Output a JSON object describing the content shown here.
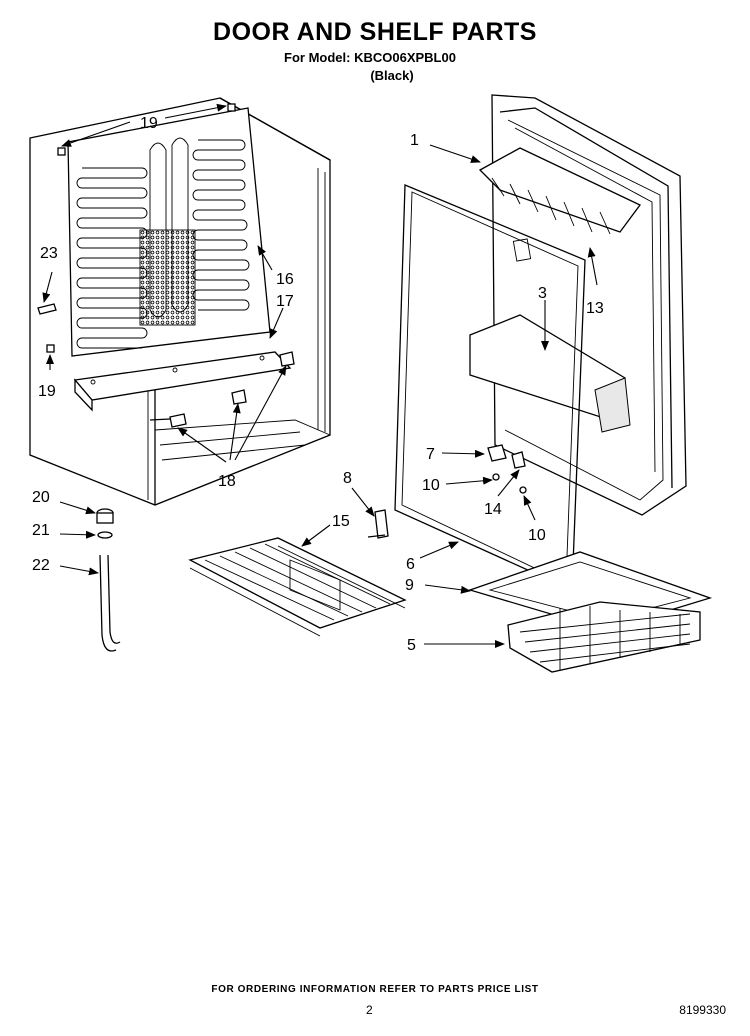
{
  "header": {
    "title": "DOOR AND SHELF PARTS",
    "model_line": "For Model: KBCO06XPBL00",
    "color_line": "(Black)"
  },
  "callouts": [
    "1",
    "3",
    "5",
    "6",
    "7",
    "8",
    "9",
    "10",
    "10",
    "13",
    "14",
    "15",
    "16",
    "17",
    "18",
    "19",
    "19",
    "20",
    "21",
    "22",
    "23"
  ],
  "footer": {
    "ordering_note": "FOR ORDERING INFORMATION REFER TO PARTS PRICE LIST",
    "page_number": "2",
    "document_number": "8199330"
  }
}
